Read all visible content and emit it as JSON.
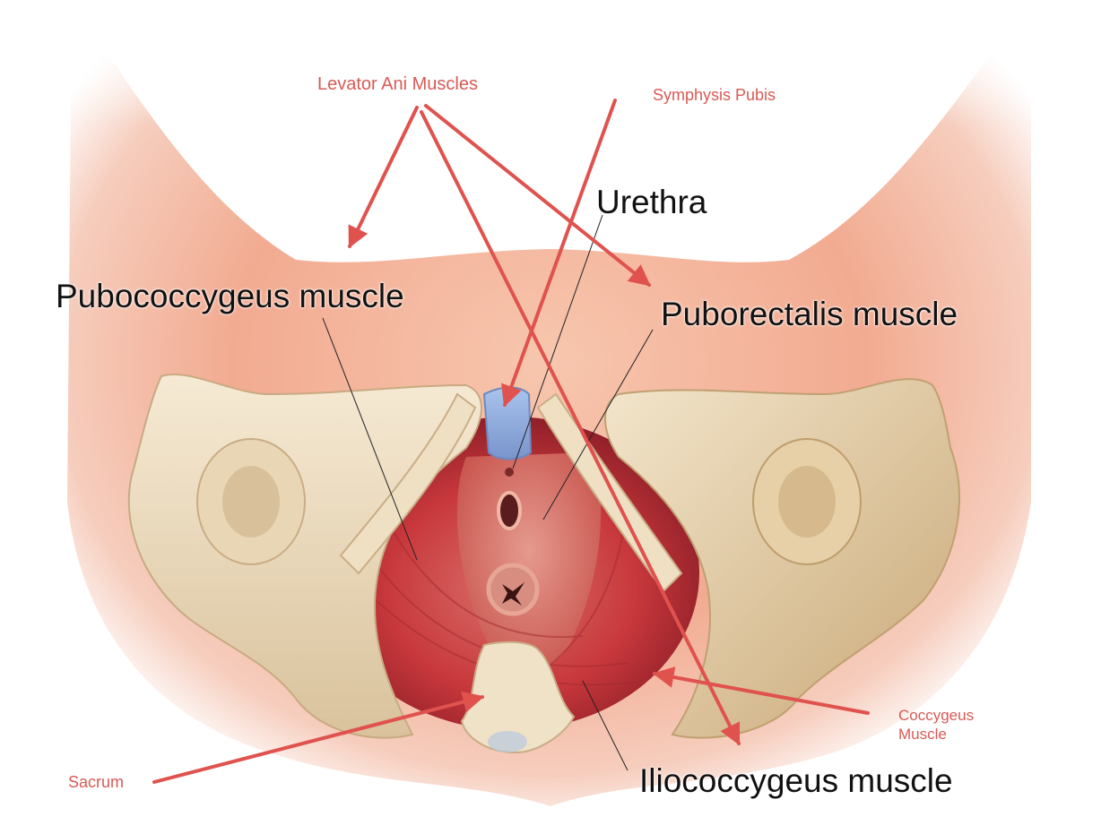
{
  "labels": {
    "levator_ani": "Levator Ani Muscles",
    "symphysis_pubis": "Symphysis Pubis",
    "urethra": "Urethra",
    "pubococcygeus": "Pubococcygeus muscle",
    "puborectalis": "Puborectalis muscle",
    "coccygeus_line1": "Coccygeus",
    "coccygeus_line2": "Muscle",
    "sacrum": "Sacrum",
    "iliococcygeus": "Iliococcygeus muscle"
  },
  "colors": {
    "annotation_red": "#e0524d",
    "skin": "#f3b49c",
    "bone": "#eedfc2",
    "muscle": "#c8383c",
    "symphysis": "#8fb0e0"
  }
}
